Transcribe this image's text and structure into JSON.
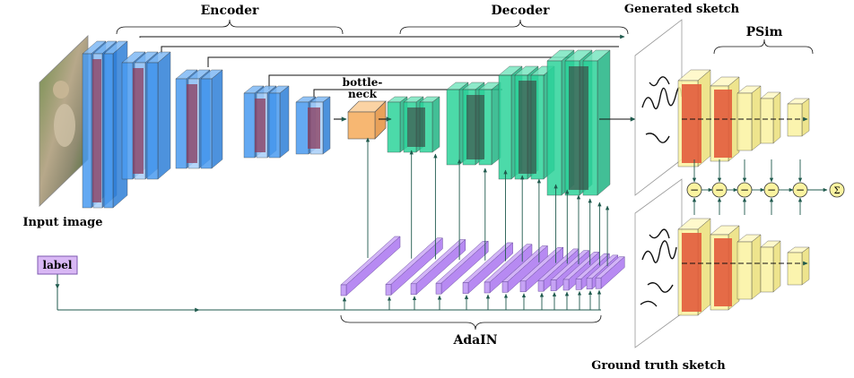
{
  "labels": {
    "encoder": "Encoder",
    "decoder": "Decoder",
    "generated_sketch": "Generated sketch",
    "psim": "PSim",
    "bottleneck_line1": "bottle-",
    "bottleneck_line2": "neck",
    "input_image": "Input image",
    "label_box": "label",
    "adain": "AdaIN",
    "ground_truth_sketch": "Ground truth sketch",
    "minus_symbol": "−",
    "sum_symbol": "Σ"
  },
  "colors": {
    "encoder": "#4a9bf0",
    "encoder_light": "#a9d0fa",
    "conv_inner": "#8b3a5a",
    "bottleneck": "#f7b772",
    "decoder": "#2dd49b",
    "decoder_dark": "#3b3b3b",
    "adain": "#b78af2",
    "psim_yellow": "#fbf3a0",
    "psim_red": "#e25c3c",
    "arrow": "#1f5a4d",
    "label_box": "#d9b8f5"
  }
}
